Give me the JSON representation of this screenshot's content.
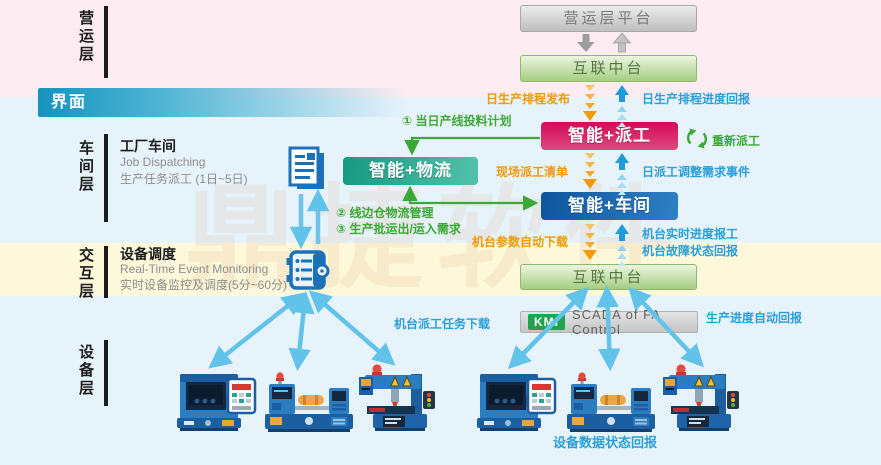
{
  "watermark": "鼎捷软件",
  "layers": {
    "operations": {
      "label": "营运层"
    },
    "interface": {
      "label": "界面"
    },
    "workshop": {
      "label": "车间层",
      "title": "工厂车间",
      "subtitle_en": "Job Dispatching",
      "subtitle_zh": "生产任务派工 (1日~5日)"
    },
    "interaction": {
      "label": "交互层",
      "title": "设备调度",
      "subtitle_en": "Real-Time Event Monitoring",
      "subtitle_zh": "实时设备监控及调度(5分~60分)"
    },
    "equipment": {
      "label": "设备层"
    }
  },
  "boxes": {
    "ops_platform": "营运层平台",
    "hub_top": "互联中台",
    "smart_dispatch": "智能+派工",
    "smart_logistics": "智能+物流",
    "smart_workshop": "智能+车间",
    "hub_bottom": "互联中台",
    "kmi_badge": "KMI",
    "scada": "SCADA of FA Control"
  },
  "labels": {
    "daily_schedule_publish": "日生产排程发布",
    "daily_schedule_progress": "日生产排程进度回报",
    "step1": "① 当日产线投料计划",
    "redispatch": "重新派工",
    "onsite_dispatch_list": "现场派工清单",
    "daily_adjust_event": "日派工调整需求事件",
    "step2": "② 线边仓物流管理",
    "step3": "③ 生产批运出/运入需求",
    "machine_param_download": "机台参数自动下载",
    "machine_progress_report": "机台实时进度报工",
    "machine_fault_report": "机台故障状态回报",
    "machine_task_download": "机台派工任务下载",
    "production_progress_report": "生产进度自动回报",
    "equipment_status_report": "设备数据状态回报"
  },
  "icons": {
    "redispatch": "refresh-icon",
    "workshop_document": "document-icon",
    "device_scheduler": "clipboard-gear-icon",
    "machines": [
      "cnc-machine-icon",
      "conveyor-machine-icon",
      "drill-press-icon"
    ]
  },
  "colors": {
    "band_pink": "#fdedf3",
    "band_blue": "#e7f3fa",
    "band_yellow": "#fcf8d9",
    "crimson_box": "#d4145f",
    "teal_box": "#1fa18c",
    "blue_box": "#1467b3",
    "green_hub_box": "#a6cc83",
    "gray_box": "#c9c9c9",
    "kmi_green": "#22a14e",
    "orange_flow": "#f09a00",
    "blue_flow": "#2b9fd9",
    "green_flow": "#3aa935",
    "light_blue_arrow": "#62c3ea"
  }
}
